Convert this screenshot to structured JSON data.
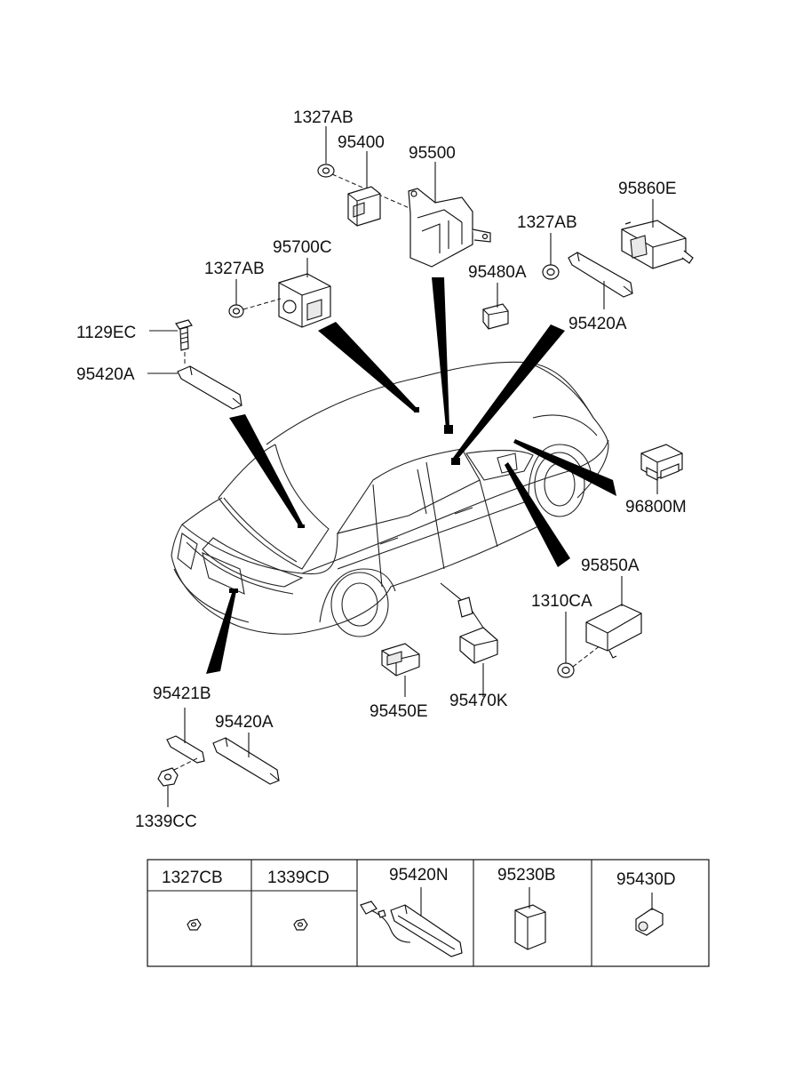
{
  "callouts": {
    "c_1327ab_top": "1327AB",
    "c_95400": "95400",
    "c_95500": "95500",
    "c_95860e": "95860E",
    "c_1327ab_right": "1327AB",
    "c_95700c": "95700C",
    "c_1327ab_left": "1327AB",
    "c_95480a": "95480A",
    "c_1129ec": "1129EC",
    "c_95420a_right": "95420A",
    "c_95420a_left": "95420A",
    "c_96800m": "96800M",
    "c_95850a": "95850A",
    "c_1310ca": "1310CA",
    "c_95421b": "95421B",
    "c_95420a_bottom": "95420A",
    "c_95450e": "95450E",
    "c_95470k": "95470K",
    "c_1339cc": "1339CC"
  },
  "table": {
    "headers": [
      "1327CB",
      "1339CD",
      "95420N",
      "95230B",
      "95430D"
    ]
  }
}
